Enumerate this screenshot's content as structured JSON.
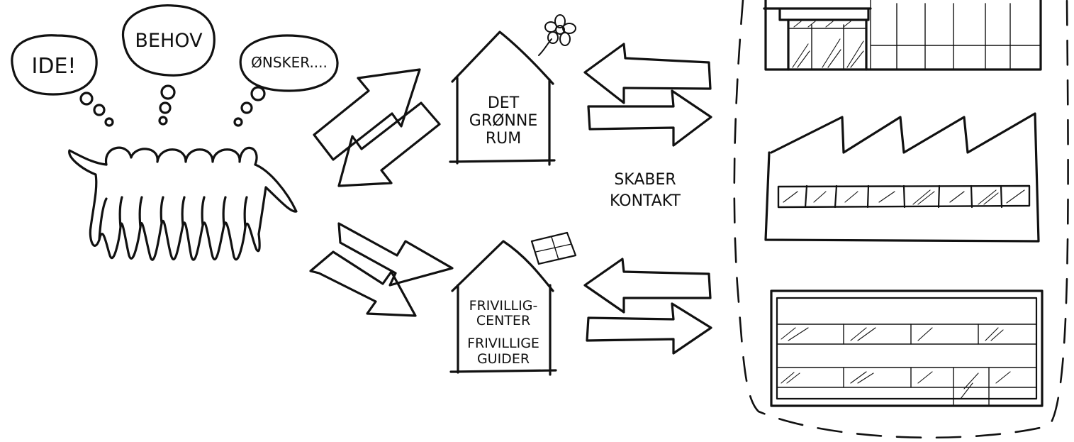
{
  "bubbles": {
    "idea": "IDE!",
    "needs": "BEHOV",
    "wishes": "ØNSKER...."
  },
  "house_green": {
    "line1": "DET",
    "line2": "GRØNNE",
    "line3": "RUM"
  },
  "house_volunteer": {
    "line1": "FRIVILLIG-",
    "line2": "CENTER",
    "line3": "FRIVILLIGE",
    "line4": "GUIDER"
  },
  "contact_label": {
    "line1": "SKABER",
    "line2": "KONTAKT"
  },
  "icons": [
    "crowd-icon",
    "thought-bubble-icon",
    "house-icon",
    "flower-icon",
    "flag-icon",
    "shop-icon",
    "factory-icon",
    "office-building-icon",
    "arrow-icon"
  ]
}
